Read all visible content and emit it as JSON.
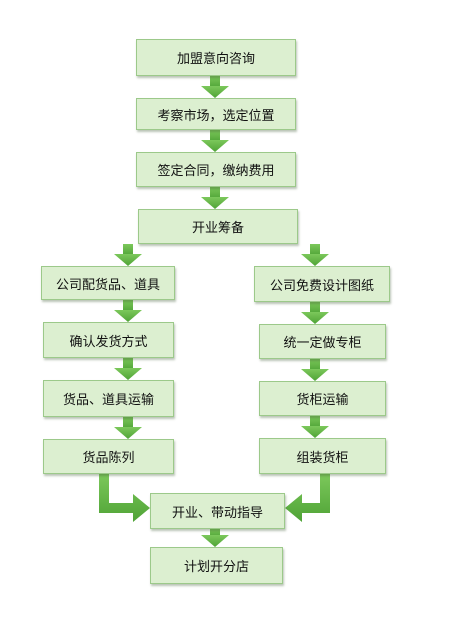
{
  "diagram": {
    "accent_colors": {
      "node_fill": "#dcefd0",
      "node_border": "#9cc98a",
      "arrow": "#67b946"
    },
    "steps": {
      "consult": "加盟意向咨询",
      "survey": "考察市场，选定位置",
      "contract": "签定合同，缴纳费用",
      "prepare": "开业筹备"
    },
    "left_branch": {
      "goods": "公司配货品、道具",
      "confirm": "确认发货方式",
      "transport": "货品、道具运输",
      "display": "货品陈列"
    },
    "right_branch": {
      "design": "公司免费设计图纸",
      "build": "统一定做专柜",
      "transport": "货柜运输",
      "assemble": "组装货柜"
    },
    "final": {
      "guide": "开业、带动指导",
      "plan": "计划开分店"
    }
  }
}
